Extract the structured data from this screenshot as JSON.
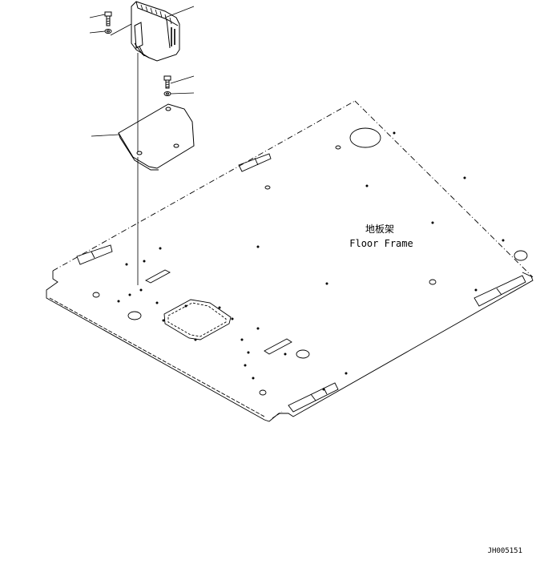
{
  "labels": {
    "floor_frame_cn": "地板架",
    "floor_frame_en": "Floor Frame",
    "drawing_code": "JH005151"
  },
  "colors": {
    "line": "#000000",
    "background": "#ffffff"
  },
  "parts": [
    {
      "name": "bolt-upper"
    },
    {
      "name": "washer-upper"
    },
    {
      "name": "unit-housing"
    },
    {
      "name": "bolt-middle"
    },
    {
      "name": "washer-middle"
    },
    {
      "name": "mounting-plate"
    },
    {
      "name": "floor-frame"
    }
  ]
}
